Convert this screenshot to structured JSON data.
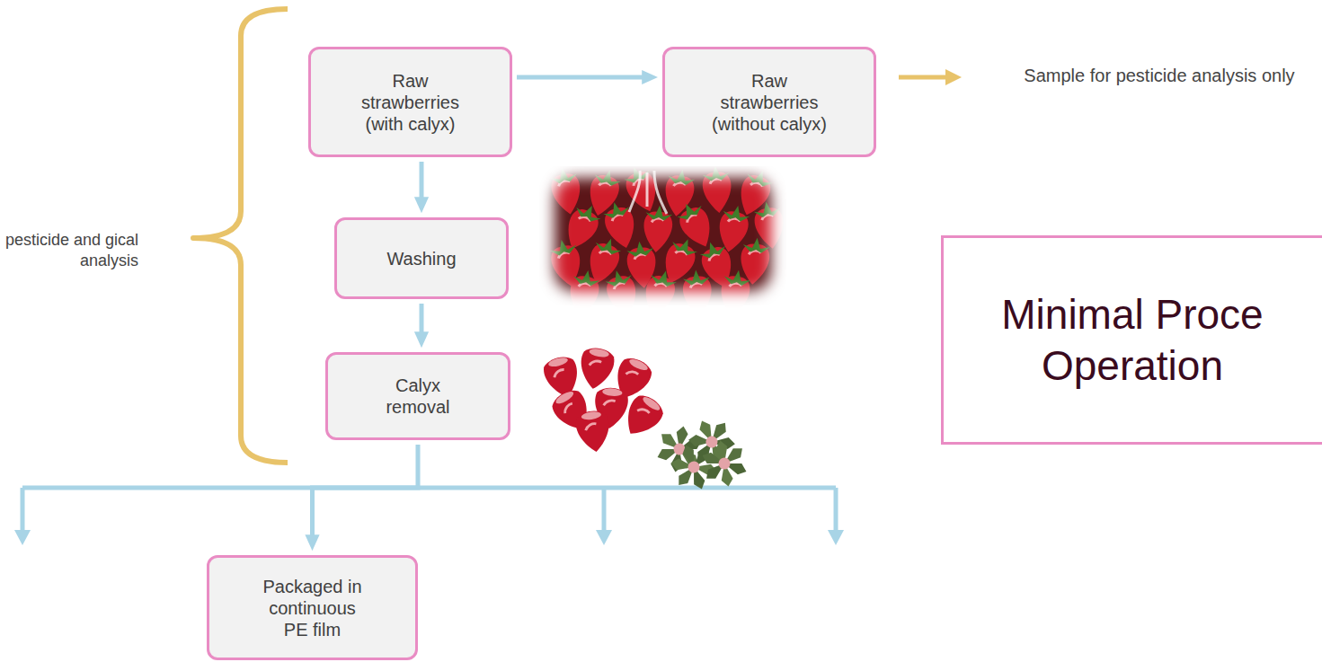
{
  "diagram": {
    "title": "Minimal Proce Operation",
    "nodes": [
      {
        "text": [
          "Raw strawberries (with calyx)"
        ]
      },
      {
        "text": [
          "Raw strawberries (without calyx)"
        ]
      },
      {
        "text": [
          "Washing"
        ]
      },
      {
        "text": [
          "Calyx removal"
        ]
      },
      {
        "text": [
          "Packaged in continuous PE film"
        ]
      }
    ],
    "edges": [
      {
        "from": 0,
        "to": 1,
        "arrow": "to"
      },
      {
        "from": 0,
        "to": 2,
        "arrow": "to"
      },
      {
        "from": 2,
        "to": 3,
        "arrow": "to"
      },
      {
        "from": 3,
        "to": 4,
        "arrow": "to"
      }
    ],
    "labels": [
      "Sample for pesticide analysis only",
      "pesticide and gical analysis"
    ]
  }
}
